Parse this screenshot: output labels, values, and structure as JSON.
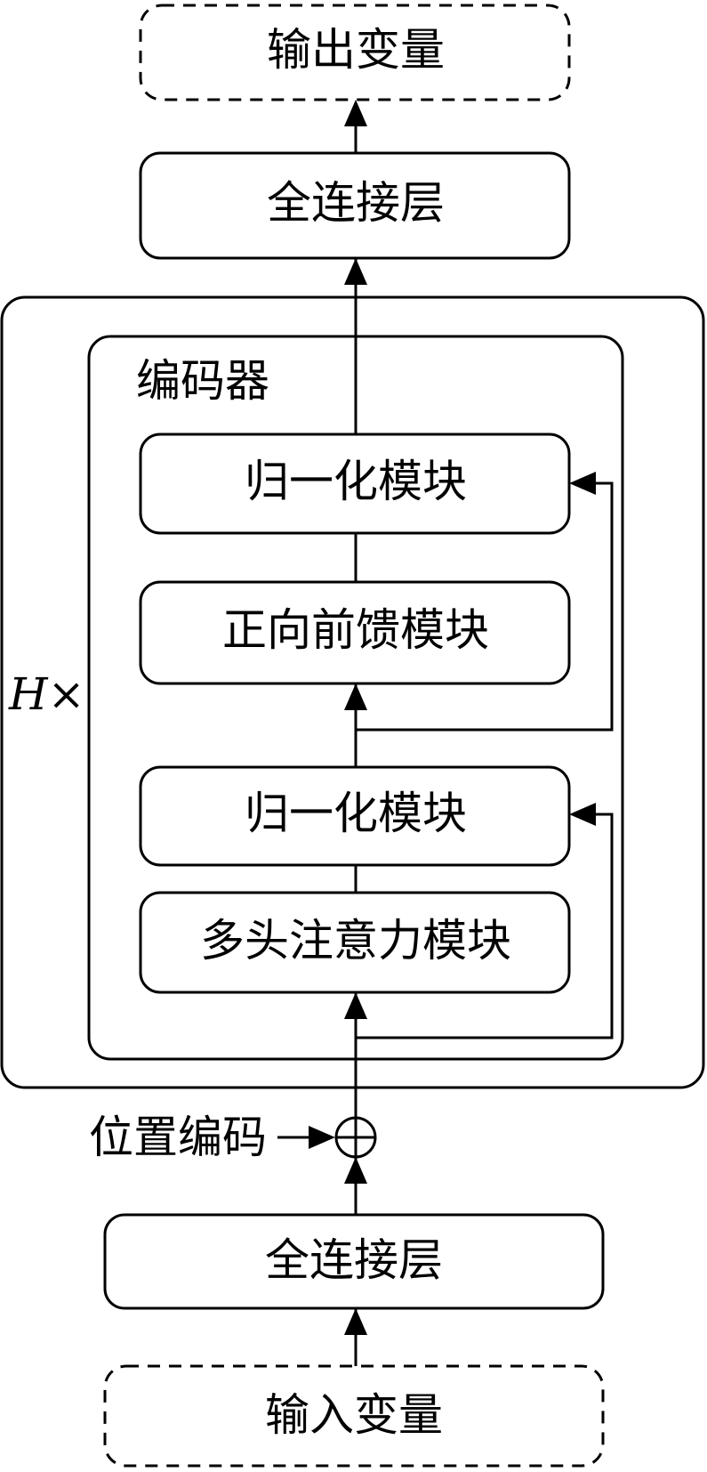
{
  "labels": {
    "output_variable": "输出变量",
    "fc_top": "全连接层",
    "encoder": "编码器",
    "norm_top": "归一化模块",
    "feed_forward": "正向前馈模块",
    "norm_bottom": "归一化模块",
    "multi_head_attention": "多头注意力模块",
    "repeat_prefix": "H",
    "repeat_suffix": "×",
    "positional_encoding": "位置编码",
    "fc_bottom": "全连接层",
    "input_variable": "输入变量"
  }
}
